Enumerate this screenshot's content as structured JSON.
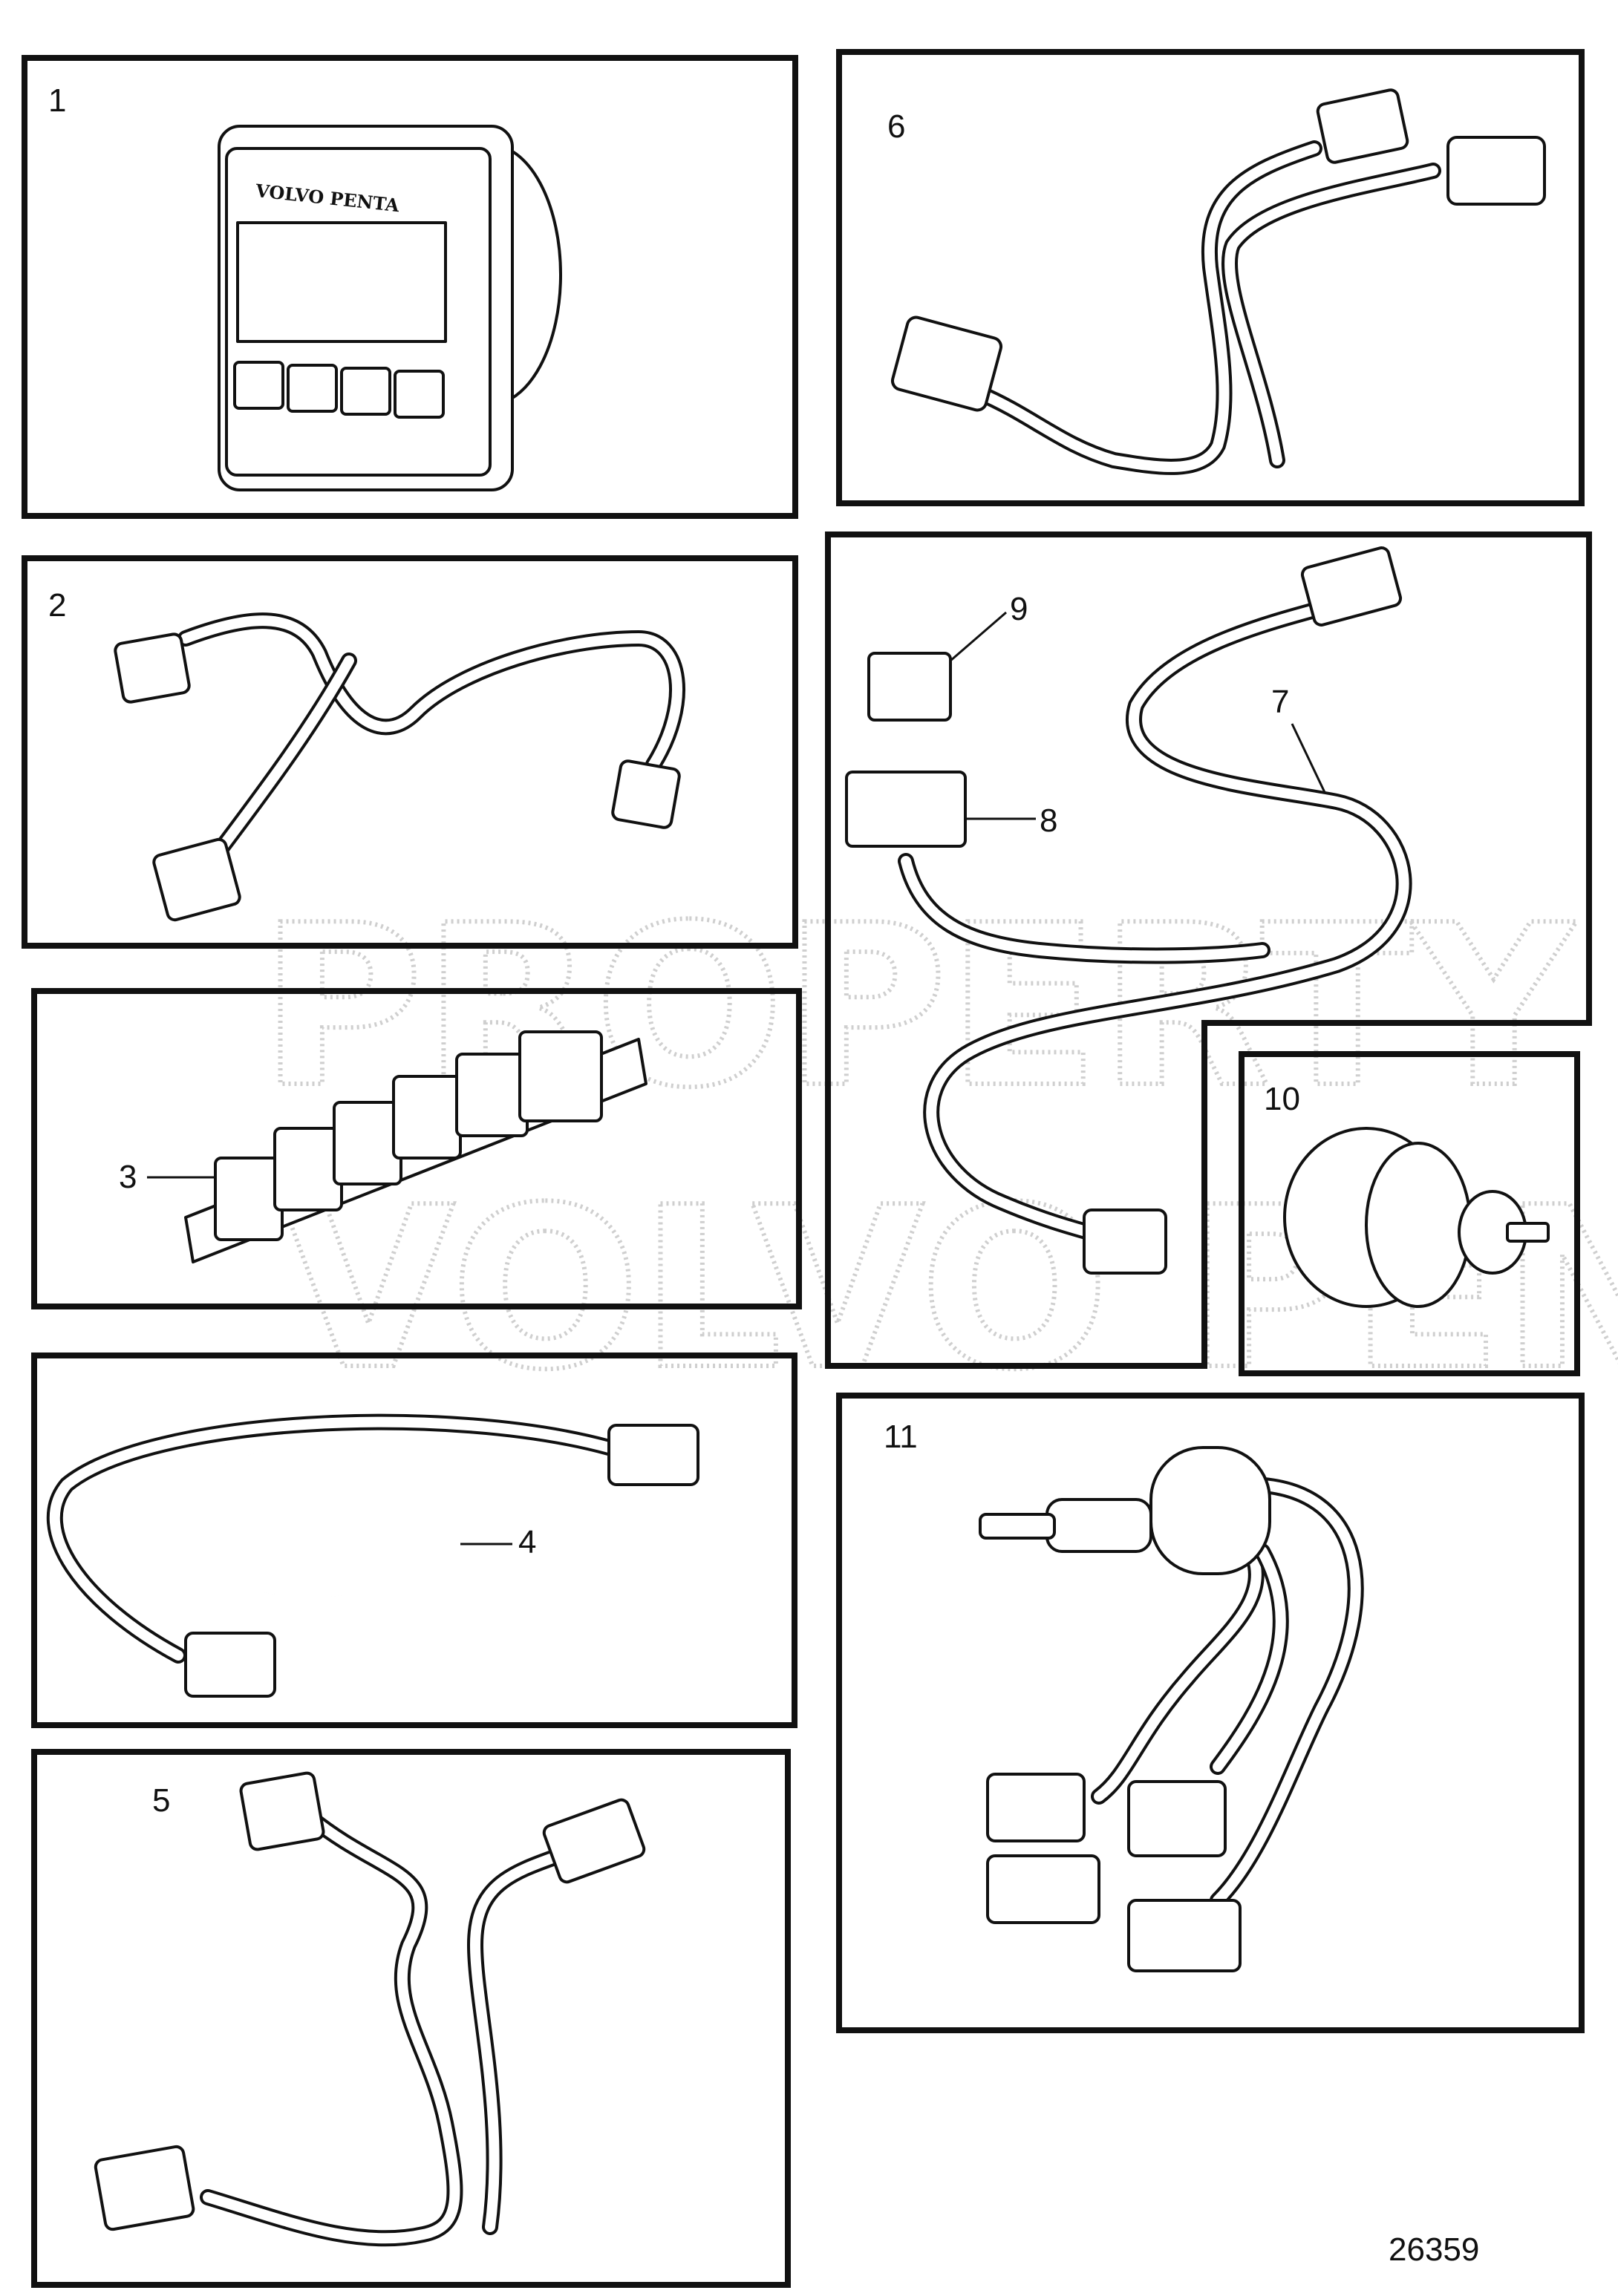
{
  "watermark": {
    "line1": "PROPERTY OF",
    "line2": "VOLVO PENTA"
  },
  "parts": [
    {
      "id": "1",
      "label": "1"
    },
    {
      "id": "2",
      "label": "2"
    },
    {
      "id": "3",
      "label": "3"
    },
    {
      "id": "4",
      "label": "4"
    },
    {
      "id": "5",
      "label": "5"
    },
    {
      "id": "6",
      "label": "6"
    },
    {
      "id": "7",
      "label": "7"
    },
    {
      "id": "8",
      "label": "8"
    },
    {
      "id": "9",
      "label": "9"
    },
    {
      "id": "10",
      "label": "10"
    },
    {
      "id": "11",
      "label": "11"
    }
  ],
  "display": {
    "brand": "VOLVO PENTA"
  },
  "figure_number": "26359"
}
